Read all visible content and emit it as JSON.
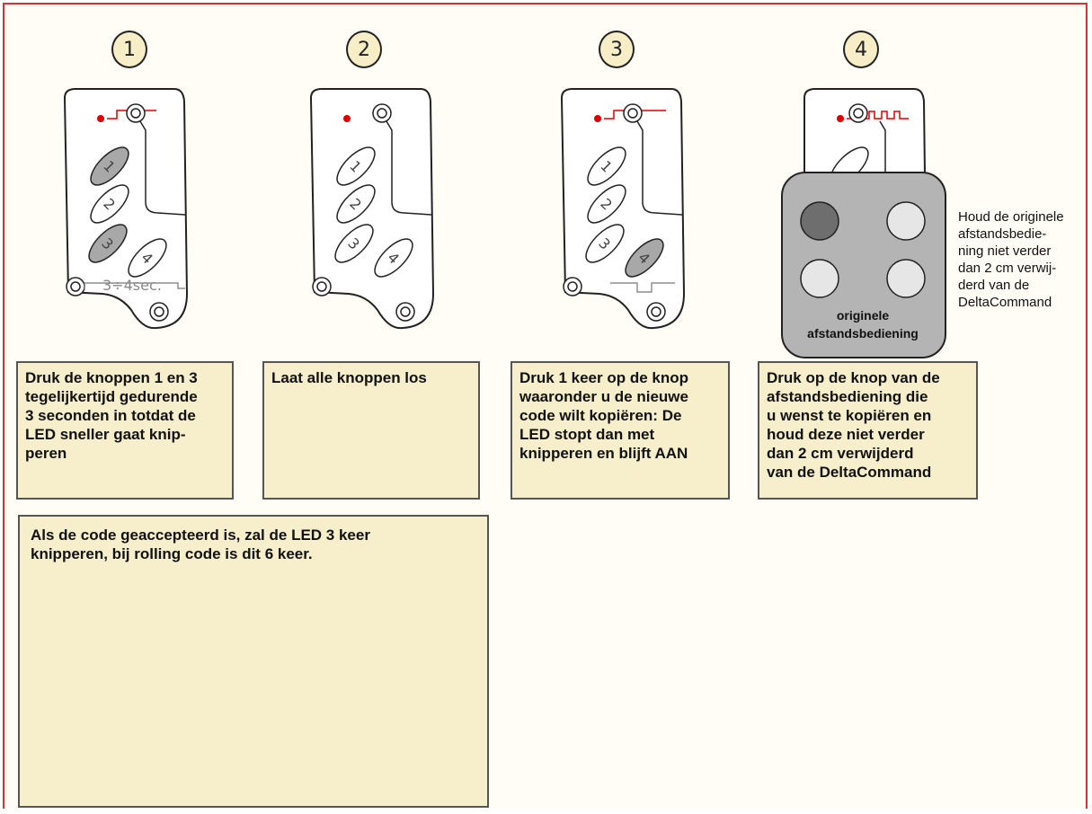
{
  "steps": [
    {
      "number": "1",
      "timer_label": "3÷4sec.",
      "text": "Druk de knoppen 1 en 3\ntegelijkertijd gedurende\n3 seconden in totdat de\nLED sneller gaat knip-\nperen"
    },
    {
      "number": "2",
      "text": "Laat alle knoppen los"
    },
    {
      "number": "3",
      "text": "Druk 1 keer op de knop\nwaaronder u de nieuwe\ncode wilt kopiëren: De\nLED stopt dan met\nknipperen en blijft AAN"
    },
    {
      "number": "4",
      "text": "Druk op de knop van de\nafstandsbediening  die\nu wenst te kopiëren en\nhoud deze niet verder\ndan 2 cm verwijderd\nvan de DeltaCommand"
    }
  ],
  "remote_buttons": [
    "1",
    "2",
    "3",
    "4"
  ],
  "original_remote": {
    "label_line1": "originele",
    "label_line2": "afstandsbediening"
  },
  "side_note": "Houd de originele\nafstandsbedie-\nning niet verder\ndan 2 cm verwij-\nderd van de\nDeltaCommand",
  "confirmation_note": "Als de code geaccepteerd is, zal de LED 3 keer\nknipperen, bij rolling code is dit 6 keer.",
  "colors": {
    "frame": "#d0363a",
    "box_fill": "#f7eecb",
    "led": "#e00000",
    "pressed_button": "#a8a8a8"
  }
}
